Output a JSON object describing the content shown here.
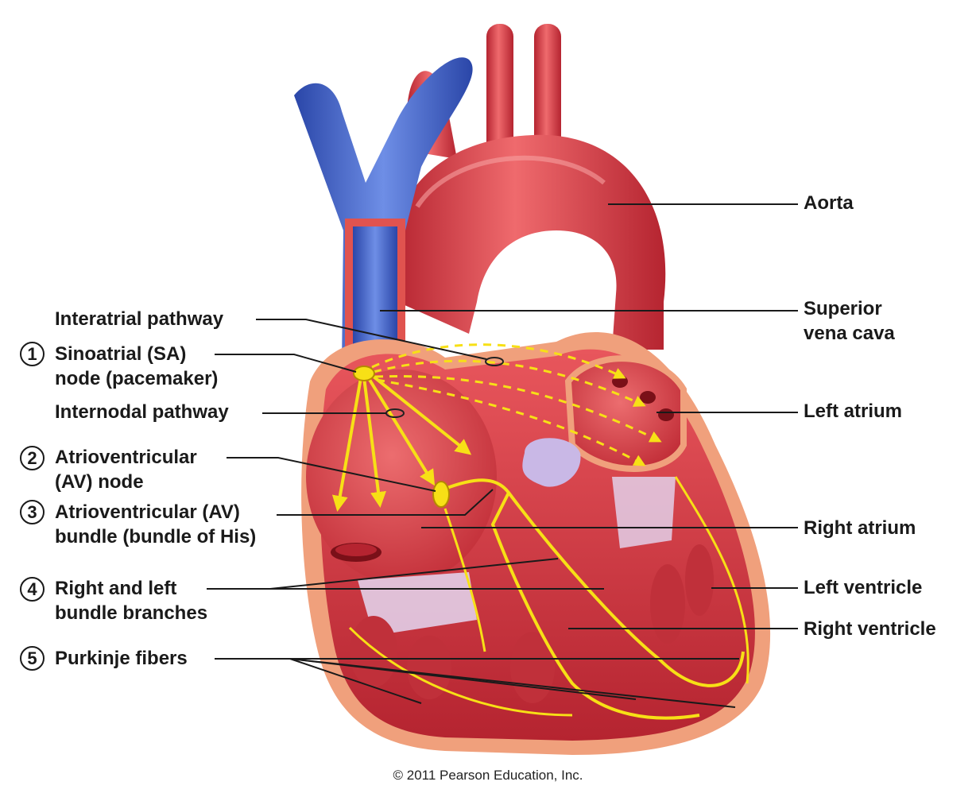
{
  "labels": {
    "interatrial": "Interatrial pathway",
    "sa_line1": "Sinoatrial (SA)",
    "sa_line2": "node (pacemaker)",
    "internodal": "Internodal pathway",
    "av_line1": "Atrioventricular",
    "av_line2": "(AV) node",
    "bundle_line1": "Atrioventricular (AV)",
    "bundle_line2": "bundle (bundle of His)",
    "branches_line1": "Right and left",
    "branches_line2": "bundle branches",
    "purkinje": "Purkinje fibers",
    "aorta": "Aorta",
    "svc_line1": "Superior",
    "svc_line2": "vena cava",
    "left_atrium": "Left atrium",
    "right_atrium": "Right atrium",
    "left_ventricle": "Left ventricle",
    "right_ventricle": "Right ventricle"
  },
  "step_numbers": [
    "1",
    "2",
    "3",
    "4",
    "5"
  ],
  "copyright": "© 2011 Pearson Education, Inc.",
  "colors": {
    "myocardium": "#d9414a",
    "myocardium_dark": "#a8202c",
    "vein_blue": "#3a5fc4",
    "conduction_yellow": "#f7e016",
    "valve_lavender": "#c9b8e6",
    "epicardium": "#f2a883"
  }
}
